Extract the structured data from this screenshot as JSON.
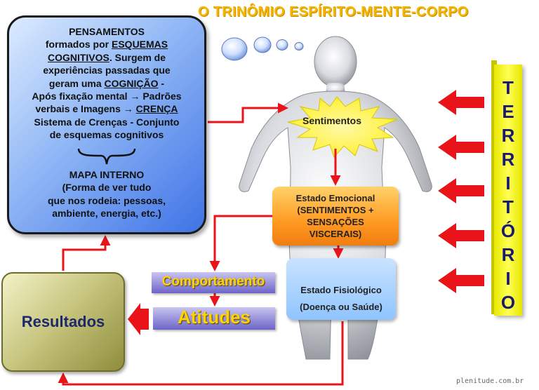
{
  "title": "O TRINÔMIO ESPÍRITO-MENTE-CORPO",
  "thoughts": {
    "line1": "PENSAMENTOS",
    "line2_pre": "formados por ",
    "line2_u": "ESQUEMAS",
    "line3_u": "COGNITIVOS",
    "line3_post": ". Surgem de",
    "line4": "experiências passadas que",
    "line5_pre": "geram uma ",
    "line5_u": "COGNIÇÃO",
    "line5_post": " -",
    "line6": "Após fixação mental → Padrões",
    "line7_pre": "verbais e Imagens → ",
    "line7_u": "CRENÇA",
    "line8": "Sistema de Crenças - Conjunto",
    "line9": "de esquemas cognitivos",
    "map1": "MAPA INTERNO",
    "map2": "(Forma de ver tudo",
    "map3": "que nos rodeia: pessoas,",
    "map4": "ambiente, energia, etc.)"
  },
  "feelings": "Sentimentos",
  "emotional_state": {
    "line1": "Estado Emocional",
    "line2": "(SENTIMENTOS +",
    "line3": "SENSAÇÕES",
    "line4": "VISCERAIS)"
  },
  "physiological_state": {
    "line1": "Estado Fisiológico",
    "line2": "(Doença ou Saúde)"
  },
  "behavior": "Comportamento",
  "attitudes": "Atitudes",
  "results": "Resultados",
  "territory_letters": [
    "T",
    "E",
    "R",
    "R",
    "I",
    "T",
    "Ó",
    "R",
    "I",
    "O"
  ],
  "watermark": "plenitude.com.br",
  "colors": {
    "title": "#f6b600",
    "arrow": "#e8141a",
    "thoughts_box": "#5b8bf0",
    "emotional_box": "#ff9a22",
    "physiological_box": "#9fccff",
    "territory": "#ffff44",
    "results_box": "#c4c27a"
  }
}
